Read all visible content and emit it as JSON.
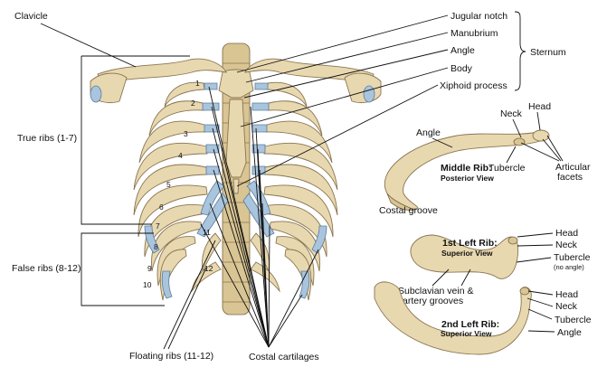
{
  "labels": {
    "clavicle": "Clavicle",
    "true_ribs": "True ribs (1-7)",
    "false_ribs": "False ribs (8-12)",
    "floating_ribs": "Floating ribs (11-12)",
    "costal_cartilages": "Costal cartilages",
    "jugular_notch": "Jugular notch",
    "manubrium": "Manubrium",
    "angle": "Angle",
    "body": "Body",
    "xiphoid_process": "Xiphoid process",
    "sternum": "Sternum"
  },
  "rib_numbers": [
    "1",
    "2",
    "3",
    "4",
    "5",
    "6",
    "7",
    "8",
    "9",
    "10",
    "11",
    "12"
  ],
  "middle_rib": {
    "title": "Middle Rib:",
    "subtitle": "Posterior View",
    "angle": "Angle",
    "neck": "Neck",
    "head": "Head",
    "tubercle": "Tubercle",
    "articular_facets_1": "Articular",
    "articular_facets_2": "facets",
    "costal_groove": "Costal groove"
  },
  "first_left_rib": {
    "title": "1st Left Rib:",
    "subtitle": "Superior View",
    "head": "Head",
    "neck": "Neck",
    "tubercle": "Tubercle",
    "no_angle": "(no angle)",
    "grooves_1": "Subclavian vein &",
    "grooves_2": "artery grooves"
  },
  "second_left_rib": {
    "title": "2nd Left Rib:",
    "subtitle": "Superior View",
    "head": "Head",
    "neck": "Neck",
    "tubercle": "Tubercle",
    "angle": "Angle"
  },
  "colors": {
    "bone": "#e8d8b0",
    "cartilage": "#a9c4dd",
    "line": "#111111"
  }
}
